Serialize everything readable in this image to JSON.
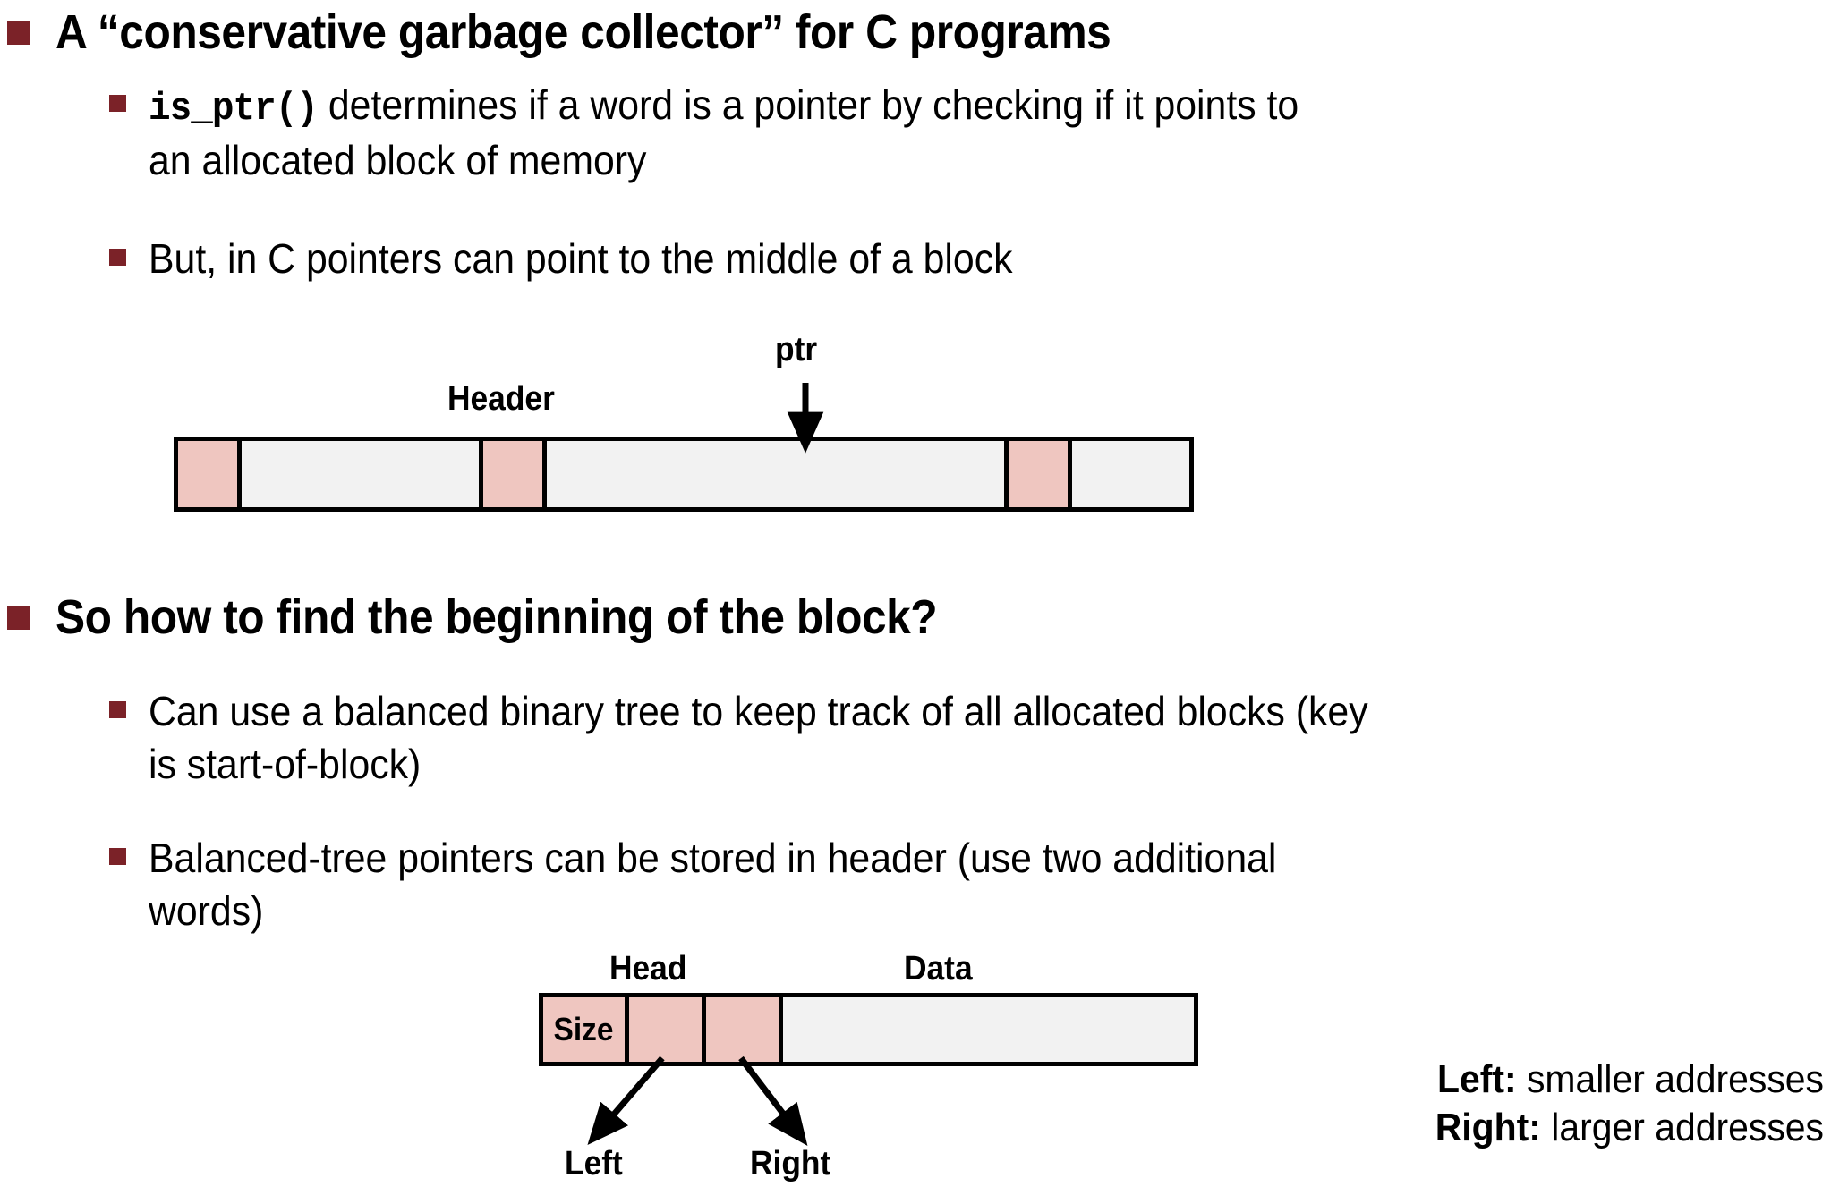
{
  "slide": {
    "bullets": [
      {
        "level": 1,
        "text": "A “conservative garbage collector” for C programs"
      },
      {
        "level": 2,
        "code": "is_ptr()",
        "text": " determines if a word is a pointer by checking if it points to an allocated block of memory"
      },
      {
        "level": 2,
        "text": "But, in C pointers can point to the middle of a block"
      },
      {
        "level": 1,
        "text": "So how to find the beginning of the block?"
      },
      {
        "level": 2,
        "text": "Can use a balanced binary tree to keep track of all allocated blocks (key is start-of-block)"
      },
      {
        "level": 2,
        "text": "Balanced-tree pointers can be stored in header (use two additional words)"
      }
    ],
    "heading1": "A “conservative garbage collector” for C programs",
    "bullet1_code": "is_ptr()",
    "bullet1_rest": " determines if a word is a pointer by checking if it points to",
    "bullet1_line2": "an allocated block of memory",
    "bullet2": "But, in C pointers can point to the middle of a block",
    "heading2": "So how to find the beginning of the block?",
    "bullet3_line1": "Can use a balanced binary tree to keep track of all allocated blocks (key",
    "bullet3_line2": "is start-of-block)",
    "bullet4_line1": "Balanced-tree pointers can be stored in header (use two additional",
    "bullet4_line2": "words)"
  },
  "diagram_top": {
    "name": "block-with-interior-pointer",
    "label_header": "Header",
    "label_ptr": "ptr",
    "cells": [
      {
        "fill": "pink",
        "label": ""
      },
      {
        "fill": "gray",
        "label": ""
      },
      {
        "fill": "pink",
        "label": ""
      },
      {
        "fill": "gray",
        "label": ""
      },
      {
        "fill": "pink",
        "label": ""
      },
      {
        "fill": "gray",
        "label": ""
      }
    ]
  },
  "diagram_bottom": {
    "name": "header-with-tree-pointers",
    "label_head": "Head",
    "label_data": "Data",
    "label_size": "Size",
    "label_left": "Left",
    "label_right": "Right",
    "cells": [
      {
        "fill": "pink",
        "label": "Size"
      },
      {
        "fill": "pink",
        "label": ""
      },
      {
        "fill": "pink",
        "label": ""
      },
      {
        "fill": "gray",
        "label": ""
      }
    ]
  },
  "legend": {
    "left_term": "Left:",
    "left_desc": " smaller addresses",
    "right_term": "Right:",
    "right_desc": " larger addresses"
  },
  "colors": {
    "bullet_marker": "#7B2228",
    "cell_pink": "#EFC6C0",
    "cell_gray": "#F2F2F2",
    "stroke": "#000000",
    "background": "#FFFFFF"
  }
}
